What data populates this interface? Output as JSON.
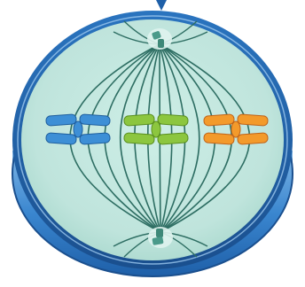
{
  "diagram": {
    "subject": "metaphase-cell-division",
    "colors": {
      "background": "#ffffff",
      "rim_outer": "#1e5fa8",
      "rim_side": "#3a86cf",
      "rim_highlight": "#9cc8ef",
      "cytoplasm": "#bfe4dc",
      "cytoplasm_edge": "#9fd3c8",
      "spindle_fibers": "#2e6e63",
      "centriole": "#4a9a8a",
      "chromosome_blue": "#3d8fd6",
      "chromosome_blue_edge": "#1f5f9e",
      "chromosome_green": "#8cc63f",
      "chromosome_green_edge": "#5a8f1f",
      "chromosome_orange": "#f39a2b",
      "chromosome_orange_edge": "#c0641a",
      "marker": "#1e5fa8"
    },
    "chromosomes": [
      {
        "id": "chromosome-left",
        "color_key": "blue"
      },
      {
        "id": "chromosome-center",
        "color_key": "green"
      },
      {
        "id": "chromosome-right",
        "color_key": "orange"
      }
    ],
    "centrosomes": [
      {
        "id": "centrosome-top"
      },
      {
        "id": "centrosome-bottom"
      }
    ]
  }
}
